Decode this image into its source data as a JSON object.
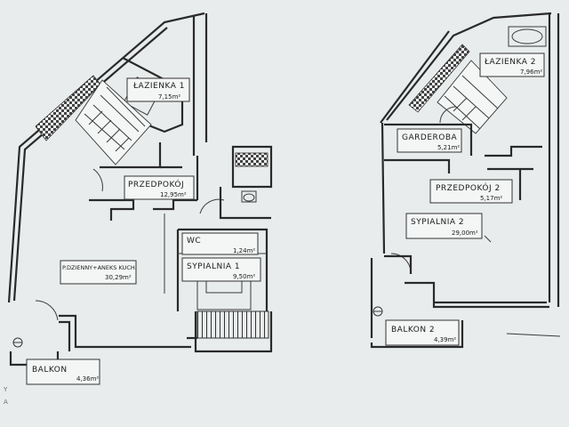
{
  "plan_left": {
    "rooms": {
      "lazienka1": {
        "name": "ŁAZIENKA 1",
        "area": "7,15m²"
      },
      "przedpokoj": {
        "name": "PRZEDPOKÓJ",
        "area": "12,95m²"
      },
      "wc": {
        "name": "WC",
        "area": "1,24m²"
      },
      "sypialnia1": {
        "name": "SYPIALNIA 1",
        "area": "9,50m²"
      },
      "pokoj_dzienny": {
        "name": "P.DZIENNY+ANEKS KUCH.",
        "area": "30,29m²"
      },
      "balkon": {
        "name": "BALKON",
        "area": "4,36m²"
      }
    }
  },
  "plan_right": {
    "rooms": {
      "lazienka2": {
        "name": "ŁAZIENKA 2",
        "area": "7,96m²"
      },
      "garderoba": {
        "name": "GARDEROBA",
        "area": "5,21m²"
      },
      "przedpokoj2": {
        "name": "PRZEDPOKÓJ 2",
        "area": "5,17m²"
      },
      "sypialnia2": {
        "name": "SYPIALNIA 2",
        "area": "29,00m²"
      },
      "balkon2": {
        "name": "BALKON 2",
        "area": "4,39m²"
      }
    }
  },
  "margin_text": [
    "Y",
    "A"
  ],
  "colors": {
    "background": "#e9ecec",
    "walls": "#2a2a2a"
  }
}
